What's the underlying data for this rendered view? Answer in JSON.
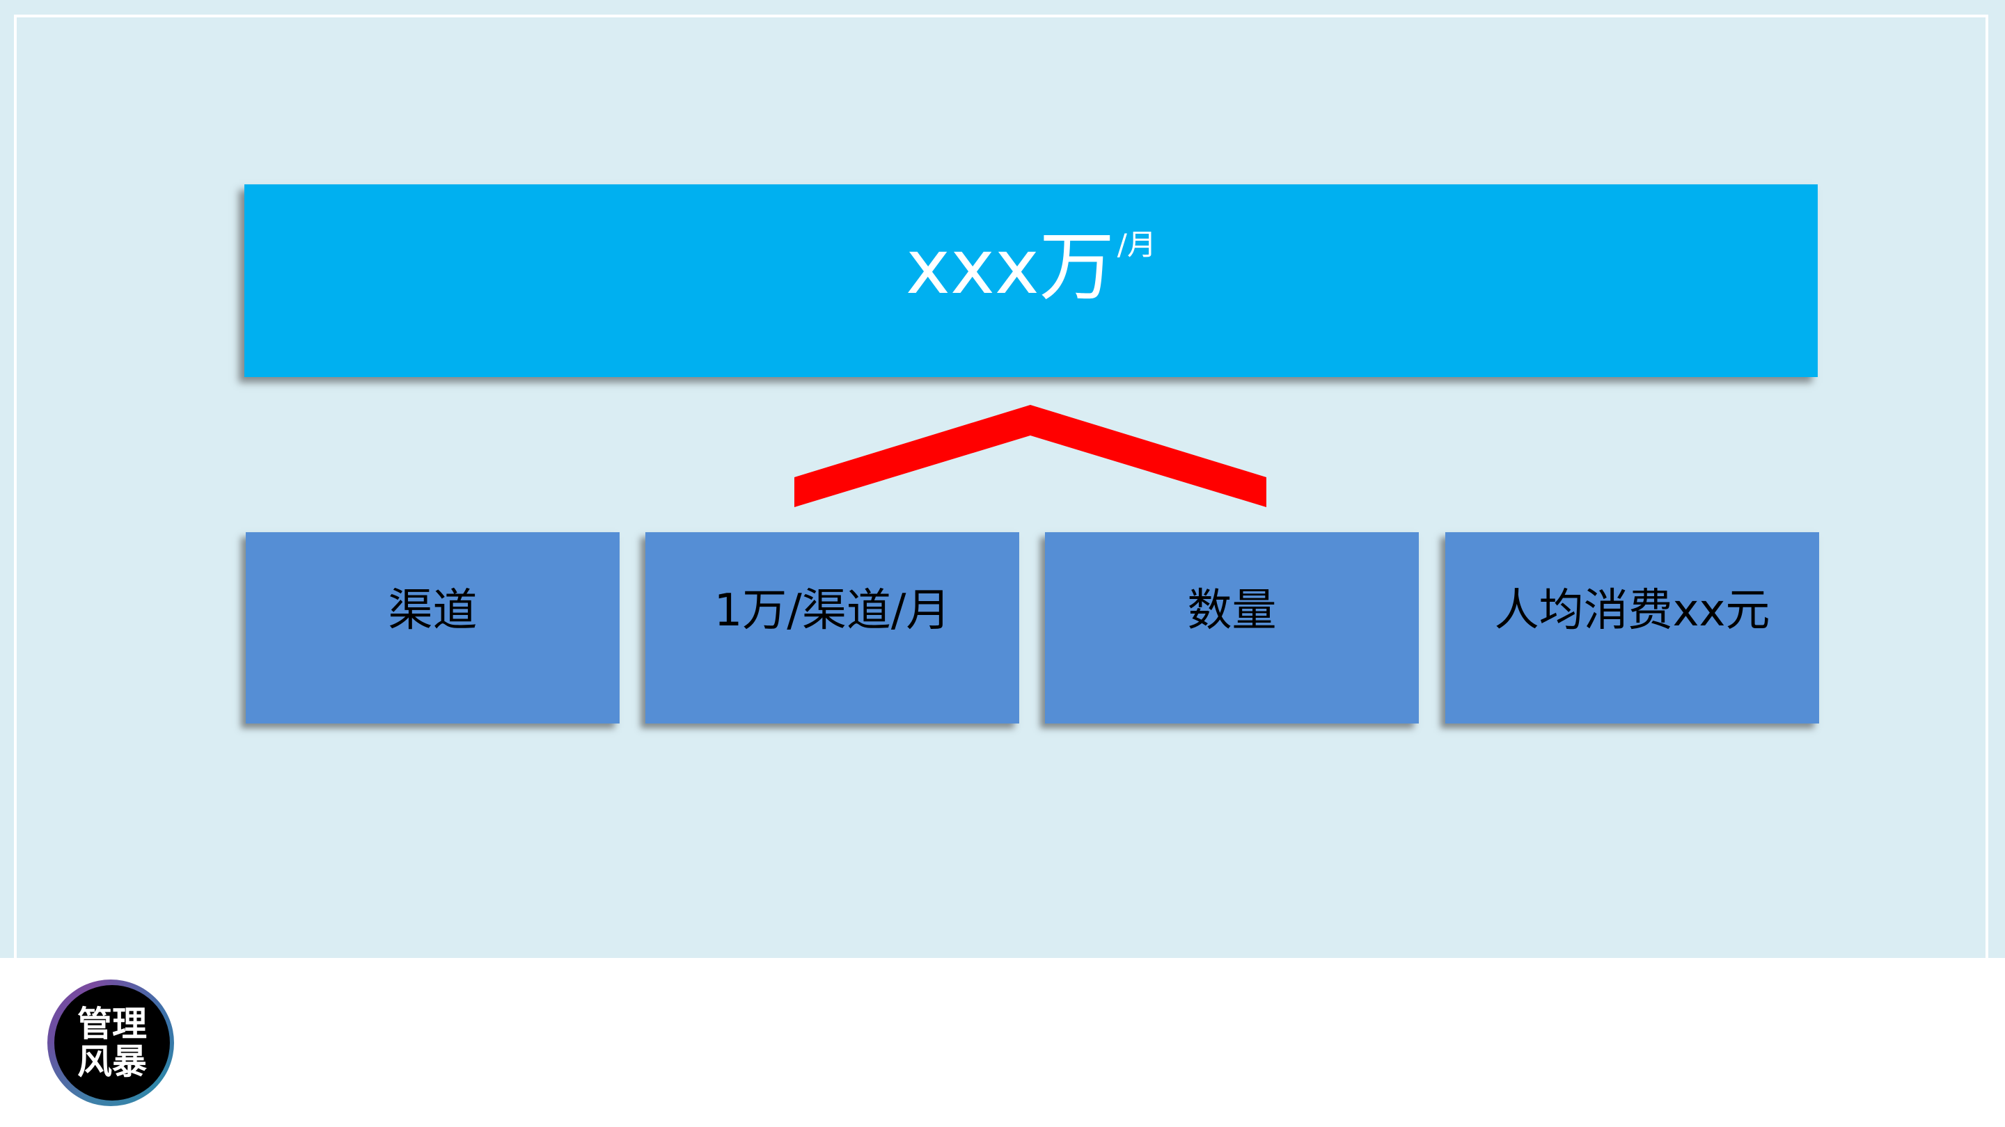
{
  "slide": {
    "background_color": "#daedf3",
    "frame_color": "#ffffff"
  },
  "top_box": {
    "value": "xxx万",
    "unit": "/月",
    "color": "#00b0f0",
    "text_color": "#ffffff"
  },
  "connector": {
    "shape": "chevron-up",
    "color": "#ff0000"
  },
  "factors": [
    {
      "label": "渠道"
    },
    {
      "label": "1万/渠道/月"
    },
    {
      "label": "数量"
    },
    {
      "label": "人均消费xx元"
    }
  ],
  "factor_box_color": "#558ed5",
  "logo": {
    "line1": "管理",
    "line2": "风暴"
  }
}
